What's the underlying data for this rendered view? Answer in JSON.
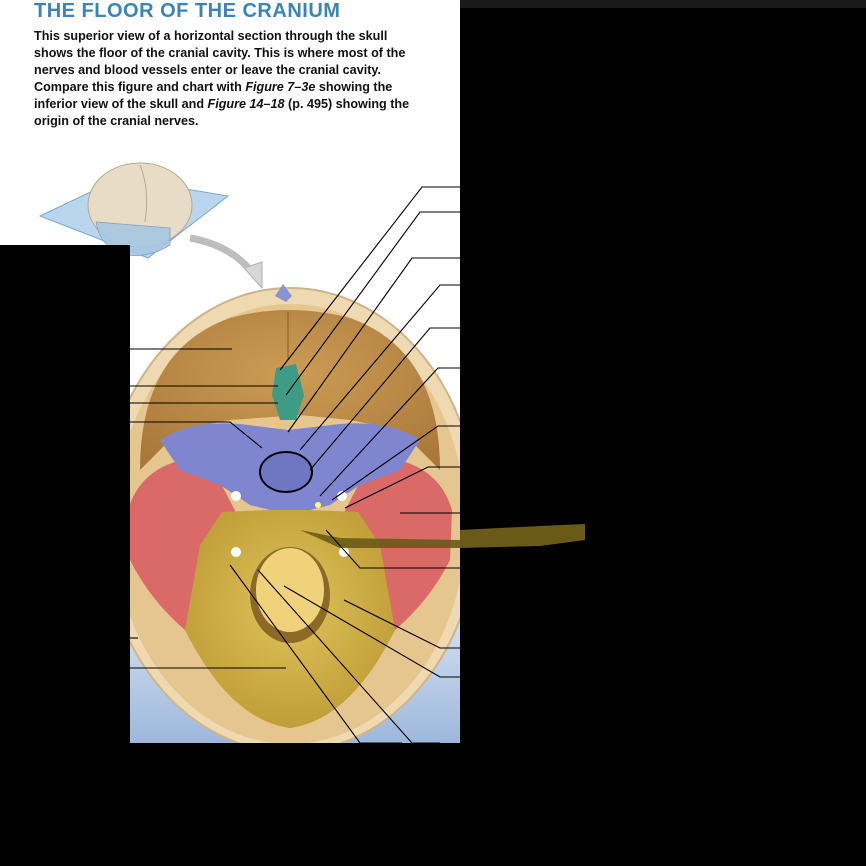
{
  "header": {
    "title": "THE FLOOR OF THE CRANIUM",
    "description_1": "This superior view of a horizontal section through the skull shows the floor of the cranial cavity. This is where most of the nerves and blood vessels enter or leave the cranial cavity. Compare this figure and chart with ",
    "fig_ref_1": "Figure 7–3e",
    "description_2": " showing the inferior view of the skull and ",
    "fig_ref_2": "Figure 14–18",
    "description_3": " (p. 495) showing the origin of the cranial nerves."
  },
  "colors": {
    "title": "#3a84b8",
    "frontal_bone": "#c3914a",
    "ethmoid_bone": "#3e9c86",
    "sphenoid_bone": "#7f86cf",
    "temporal_bone": "#d96a67",
    "occipital_bone": "#d7b345",
    "highlight_marker": "#6a5a18"
  },
  "figure": {
    "inset_skull_icon": "skull-section-icon",
    "arrow_icon": "curved-arrow-icon"
  }
}
